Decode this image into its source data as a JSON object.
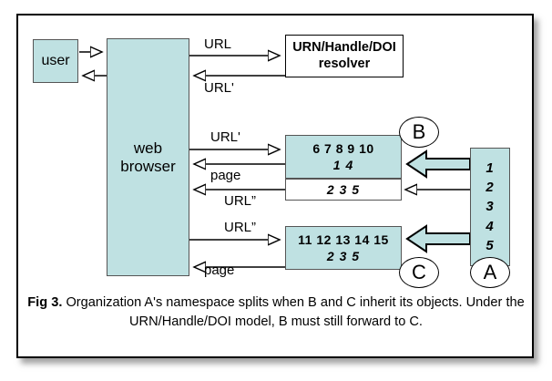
{
  "figure": {
    "caption_label": "Fig 3.",
    "caption_text": "Organization A's namespace splits when B and C inherit its objects.  Under the URN/Handle/DOI model, B must still forward to C."
  },
  "colors": {
    "node_fill_teal": "#bfe1e2",
    "node_fill_white": "#ffffff",
    "node_stroke": "#555555",
    "frame_stroke": "#000000",
    "text": "#000000",
    "block_arrow_fill": "#bfe1e2"
  },
  "nodes": {
    "user": {
      "label": "user"
    },
    "browser": {
      "line1": "web",
      "line2": "browser"
    },
    "resolver": {
      "line1": "URN/Handle/DOI",
      "line2": "resolver"
    },
    "b_namespace": {
      "line1": "6 7 8 9 10",
      "line2": "1 4"
    },
    "b_forward": {
      "line1": "2 3 5"
    },
    "c_namespace": {
      "line1": "11 12 13 14 15",
      "line2": "2 3 5"
    },
    "a_namespace": {
      "items": [
        "1",
        "2",
        "3",
        "4",
        "5"
      ]
    }
  },
  "tags": {
    "b": "B",
    "c": "C",
    "a": "A"
  },
  "edges": {
    "user_to_browser": "",
    "browser_to_resolver": "URL",
    "resolver_to_browser": "URL'",
    "browser_to_b": "URL'",
    "b_to_browser": "page",
    "b_urldq_to_browser": "URL”",
    "browser_to_c": "URL”",
    "c_to_browser": "page"
  }
}
